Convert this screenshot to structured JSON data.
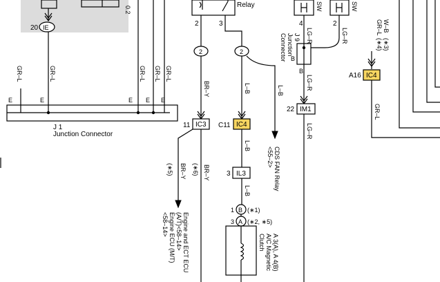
{
  "colors": {
    "line": "#000000",
    "shaded": "#dcdcdc",
    "highlight": "#f7d560",
    "background": "#ffffff"
  },
  "wires": {
    "gr_l": "GR–L",
    "br_y": "BR–Y",
    "l_b": "L–B",
    "lg_r": "LG–R",
    "w_b": "W–B",
    "e": "E"
  },
  "markers": {
    "m5": "(∗5)",
    "m6": "(∗6)",
    "m1": "(∗1)",
    "m2_5": "(∗2, ∗5)",
    "m3": "(∗3)",
    "m4": "(∗4)"
  },
  "pins": {
    "p20": "20",
    "p2": "2",
    "p3": "3",
    "p4": "4",
    "p11": "11",
    "p22": "22",
    "p1": "1",
    "pB": "B",
    "pA": "A",
    "p2b": "2"
  },
  "splices": {
    "ie": "IE"
  },
  "connectors": {
    "j1": "J 1",
    "j1_name": "Junction Connector",
    "j9": "J 9",
    "j9_name1": "Junction",
    "j9_name2": "Connector",
    "ic3": "IC3",
    "ic4a": "IC4",
    "ic4b": "IC4",
    "c11": "C11",
    "a16": "A16",
    "il3": "IL3",
    "im1": "IM1",
    "relay": "Relay",
    "sw": "SW",
    "pin2_small": "0.2"
  },
  "refs": {
    "cds1": "CDS FAN Relay",
    "cds2": "<55–2>",
    "eng1": "Engine and ECT ECU",
    "eng2": "(A/T)<58–14>",
    "eng3": "Engine ECU (M/T)",
    "eng4": "<58–14>",
    "clutch1": "A 3(A), A 4(B)",
    "clutch2": "A/C Magnetic",
    "clutch3": "Clutch"
  }
}
